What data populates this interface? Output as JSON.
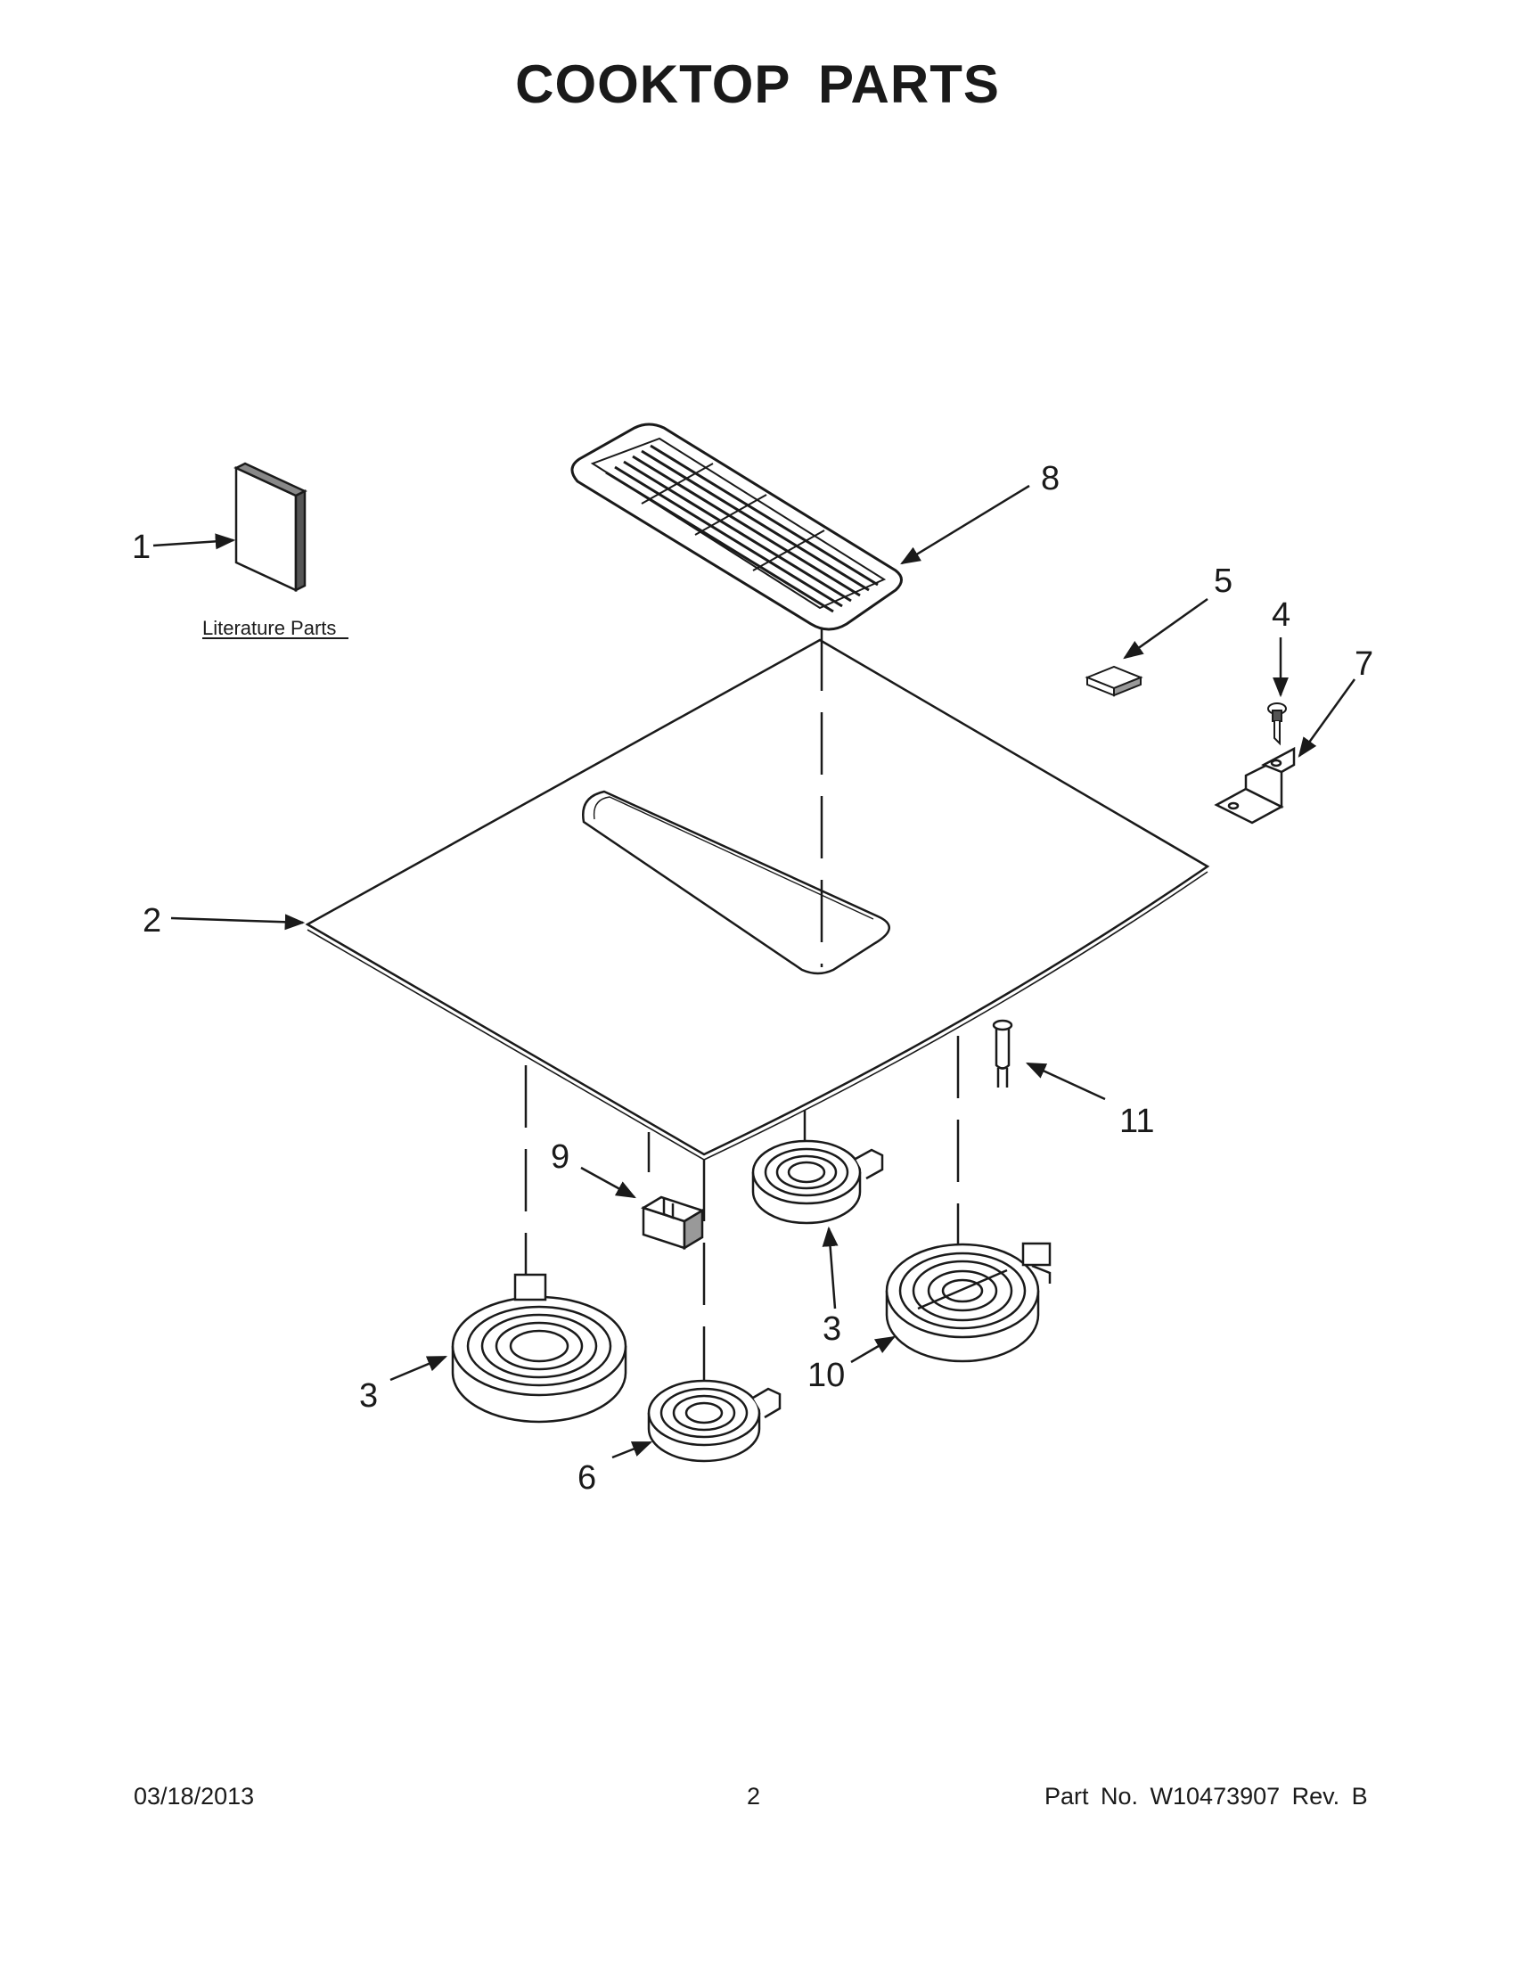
{
  "title": "COOKTOP PARTS",
  "literature_label": "Literature Parts",
  "callouts": {
    "c1": "1",
    "c2": "2",
    "c3a": "3",
    "c3b": "3",
    "c4": "4",
    "c5": "5",
    "c6": "6",
    "c7": "7",
    "c8": "8",
    "c9": "9",
    "c10": "10",
    "c11": "11"
  },
  "footer": {
    "date": "03/18/2013",
    "page": "2",
    "part": "Part No.  W10473907  Rev.  B"
  }
}
